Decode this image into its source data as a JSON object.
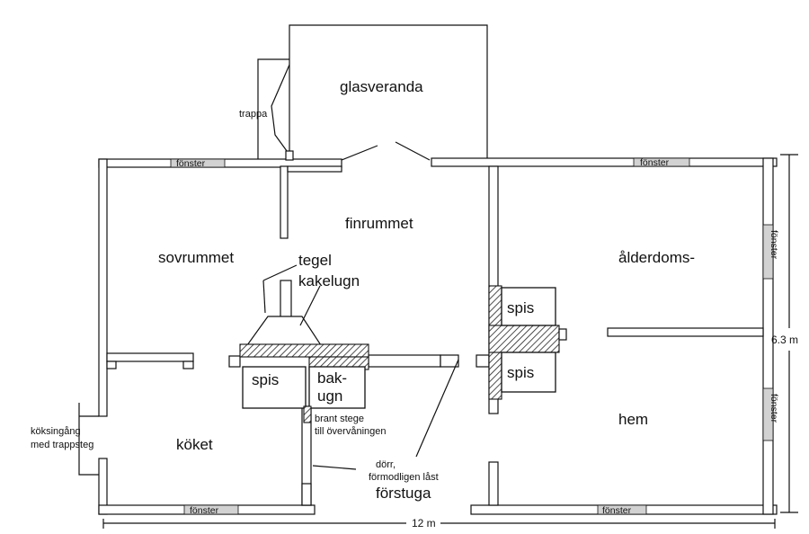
{
  "rooms": {
    "glasveranda": "glasveranda",
    "finrummet": "finrummet",
    "sovrummet": "sovrummet",
    "koket": "köket",
    "alderdoms": "ålderdoms-",
    "hem": "hem",
    "forstuga": "förstuga"
  },
  "fixtures": {
    "tegel": "tegel",
    "kakelugn": "kakelugn",
    "spis": "spis",
    "bakugn_line1": "bak-",
    "bakugn_line2": "ugn",
    "spis_right_top": "spis",
    "spis_right_bottom": "spis"
  },
  "annotations": {
    "trappa": "trappa",
    "koksingang_line1": "köksingång",
    "koksingang_line2": "med trappsteg",
    "stege_line1": "brant stege",
    "stege_line2": "till övervåningen",
    "dorr_line1": "dörr,",
    "dorr_line2": "förmodligen låst"
  },
  "windows": {
    "label": "fönster"
  },
  "dimensions": {
    "width": "12 m",
    "height": "6.3 m"
  }
}
